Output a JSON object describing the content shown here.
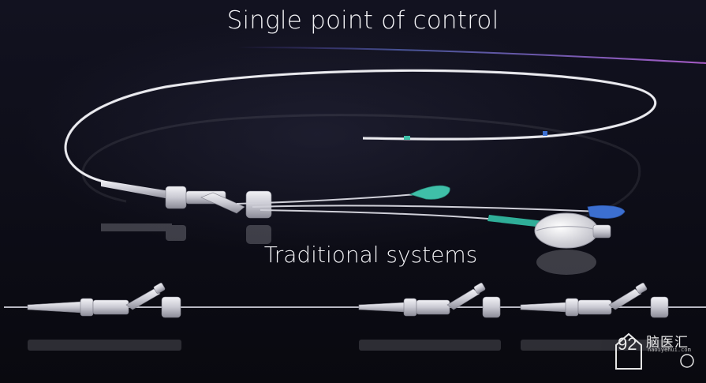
{
  "slide": {
    "heading_top": "Single point of control",
    "heading_middle": "Traditional systems"
  },
  "watermark": {
    "number": "92",
    "brand_cn": "脑医汇",
    "site": "naoiyehui.com"
  },
  "colors": {
    "background": "#0b0b14",
    "accent_line": "#8a4fae",
    "teal_accent": "#3fbfa8",
    "blue_accent": "#3c6fd0"
  }
}
